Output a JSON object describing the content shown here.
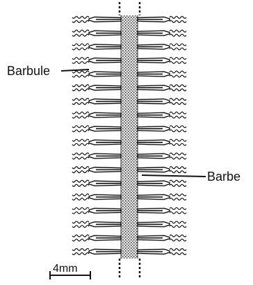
{
  "labels": {
    "barbule": "Barbule",
    "barbe": "Barbe",
    "scale": "4mm"
  },
  "figure": {
    "barb_pairs": 18,
    "colors": {
      "ink": "#111111",
      "rachis_fill": "#cfcfcf",
      "background": "#ffffff"
    }
  }
}
